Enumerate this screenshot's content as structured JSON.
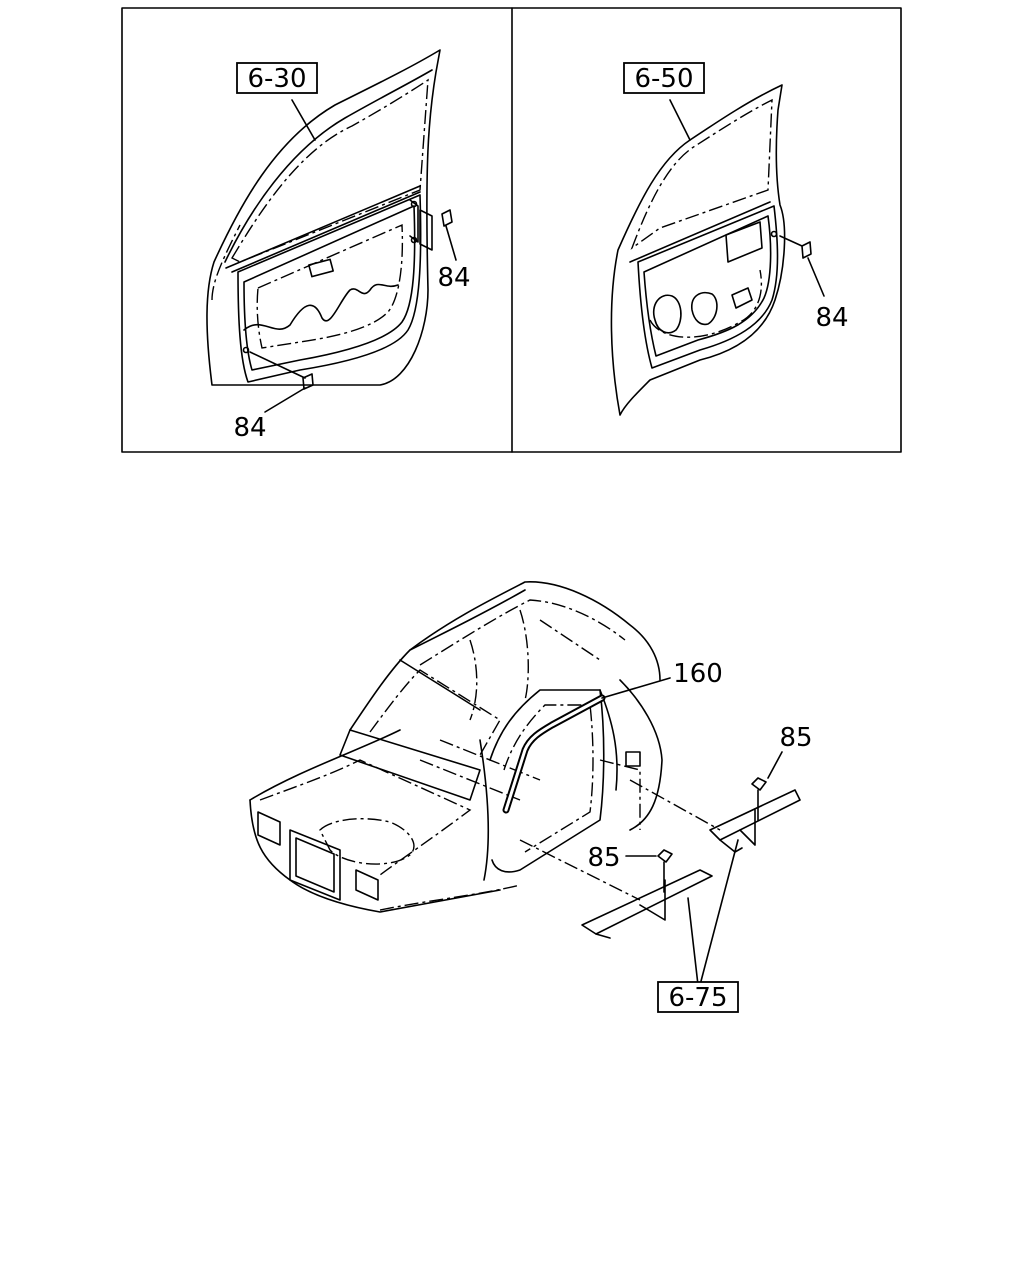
{
  "callouts": {
    "left_panel": {
      "ref": "6-30",
      "part_upper": "84",
      "part_lower": "84"
    },
    "right_panel": {
      "ref": "6-50",
      "part": "84"
    },
    "cab": {
      "weatherstrip": "160",
      "clip_rear": "85",
      "clip_front": "85",
      "sill_ref": "6-75"
    }
  },
  "colors": {
    "line": "#000000",
    "background": "#ffffff"
  }
}
